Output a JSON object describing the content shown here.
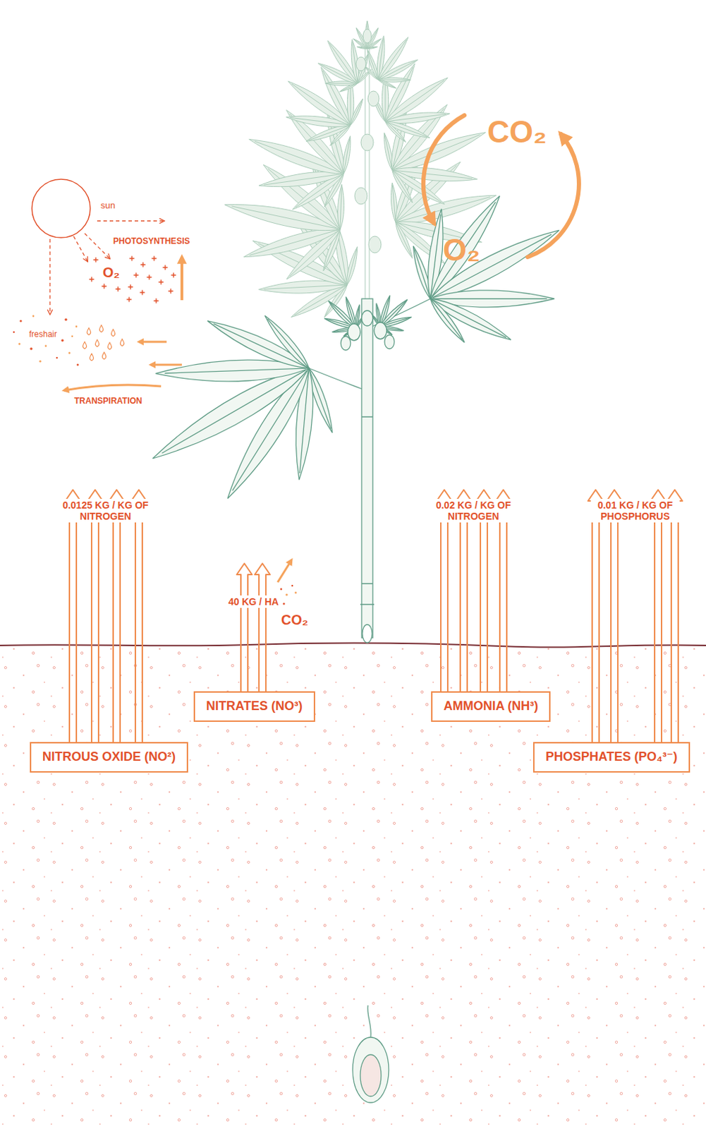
{
  "diagram": {
    "nodes": [
      {
        "text": [
          "NITRATES (NO³)"
        ]
      },
      {
        "text": [
          "AMMONIA (NH³)"
        ]
      },
      {
        "text": [
          "NITROUS OXIDE (NO²)"
        ]
      },
      {
        "text": [
          "PHOSPHATES (PO₄³⁻)"
        ]
      }
    ],
    "labels": [
      "CO₂",
      "sun",
      "O₂",
      "PHOTOSYNTHESIS",
      "O₂",
      "freshair",
      "TRANSPIRATION",
      "0.0125 KG / KG OF NITROGEN",
      "0.02 KG / KG OF NITROGEN",
      "0.01 KG / KG OF PHOSPHORUS",
      "CO₂",
      "40 KG / HA"
    ]
  }
}
